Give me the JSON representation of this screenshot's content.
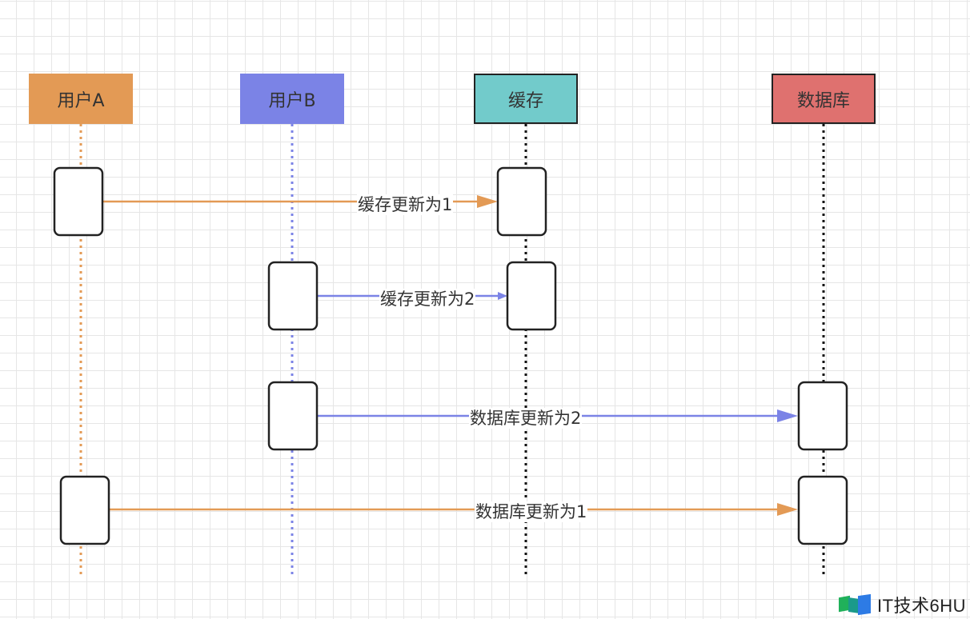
{
  "lifelines": [
    {
      "id": "user_a",
      "label": "用户A",
      "fill": "#e39a55",
      "line_color": "#e39a55"
    },
    {
      "id": "user_b",
      "label": "用户B",
      "fill": "#7b83e6",
      "line_color": "#7b83e6"
    },
    {
      "id": "cache",
      "label": "缓存",
      "fill": "#72cbcb",
      "line_color": "#111111"
    },
    {
      "id": "db",
      "label": "数据库",
      "fill": "#df716f",
      "line_color": "#111111"
    }
  ],
  "messages": [
    {
      "from": "user_a",
      "to": "cache",
      "label": "缓存更新为1",
      "color": "#e39a55"
    },
    {
      "from": "user_b",
      "to": "cache",
      "label": "缓存更新为2",
      "color": "#7b83e6"
    },
    {
      "from": "user_b",
      "to": "db",
      "label": "数据库更新为2",
      "color": "#7b83e6"
    },
    {
      "from": "user_a",
      "to": "db",
      "label": "数据库更新为1",
      "color": "#e39a55"
    }
  ],
  "watermark": {
    "text": "IT技术6HU"
  }
}
